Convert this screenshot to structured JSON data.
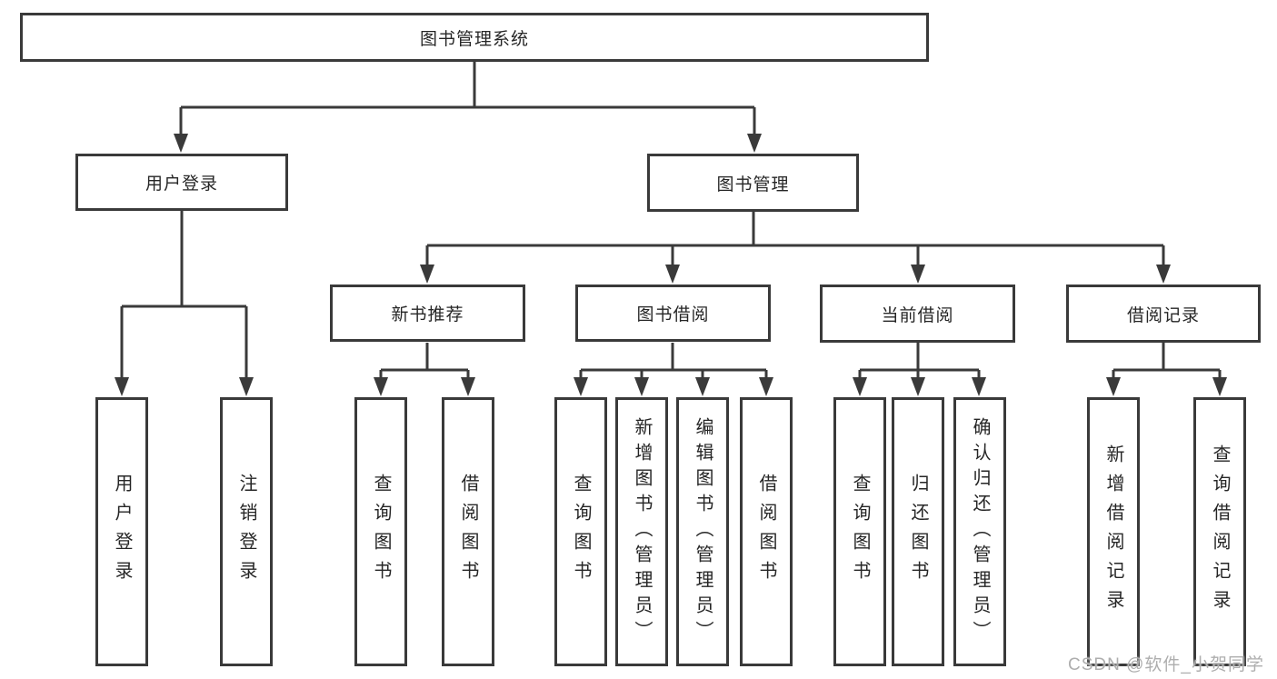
{
  "page": {
    "background_color": "#ffffff",
    "line_color": "#3a3a3a",
    "text_color": "#262626",
    "watermark_color": "#aeaeae"
  },
  "watermark": {
    "text": "CSDN @软件_小贺同学"
  },
  "tree": {
    "root": {
      "label": "图书管理系统",
      "children": [
        {
          "label": "用户登录",
          "children": [
            {
              "label": "用户登录"
            },
            {
              "label": "注销登录"
            }
          ]
        },
        {
          "label": "图书管理",
          "children": [
            {
              "label": "新书推荐",
              "children": [
                {
                  "label": "查询图书"
                },
                {
                  "label": "借阅图书"
                }
              ]
            },
            {
              "label": "图书借阅",
              "children": [
                {
                  "label": "查询图书"
                },
                {
                  "label": "新增图书（管理员）"
                },
                {
                  "label": "编辑图书（管理员）"
                },
                {
                  "label": "借阅图书"
                }
              ]
            },
            {
              "label": "当前借阅",
              "children": [
                {
                  "label": "查询图书"
                },
                {
                  "label": "归还图书"
                },
                {
                  "label": "确认归还（管理员）"
                }
              ]
            },
            {
              "label": "借阅记录",
              "children": [
                {
                  "label": "新增借阅记录"
                },
                {
                  "label": "查询借阅记录"
                }
              ]
            }
          ]
        }
      ]
    }
  }
}
